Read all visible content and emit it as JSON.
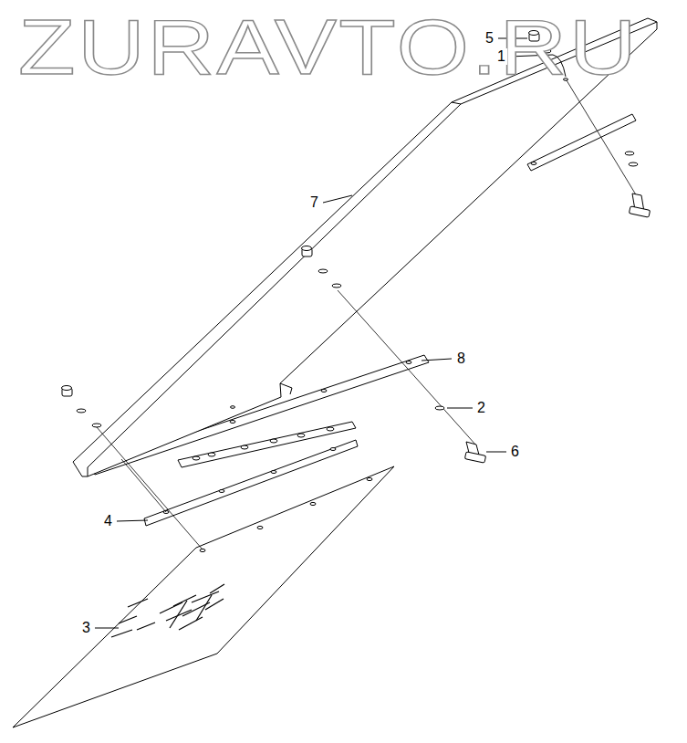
{
  "diagram": {
    "labels": [
      "ZURAVTO.RU",
      "5",
      "1",
      "7",
      "8",
      "2",
      "6",
      "4",
      "3"
    ]
  }
}
